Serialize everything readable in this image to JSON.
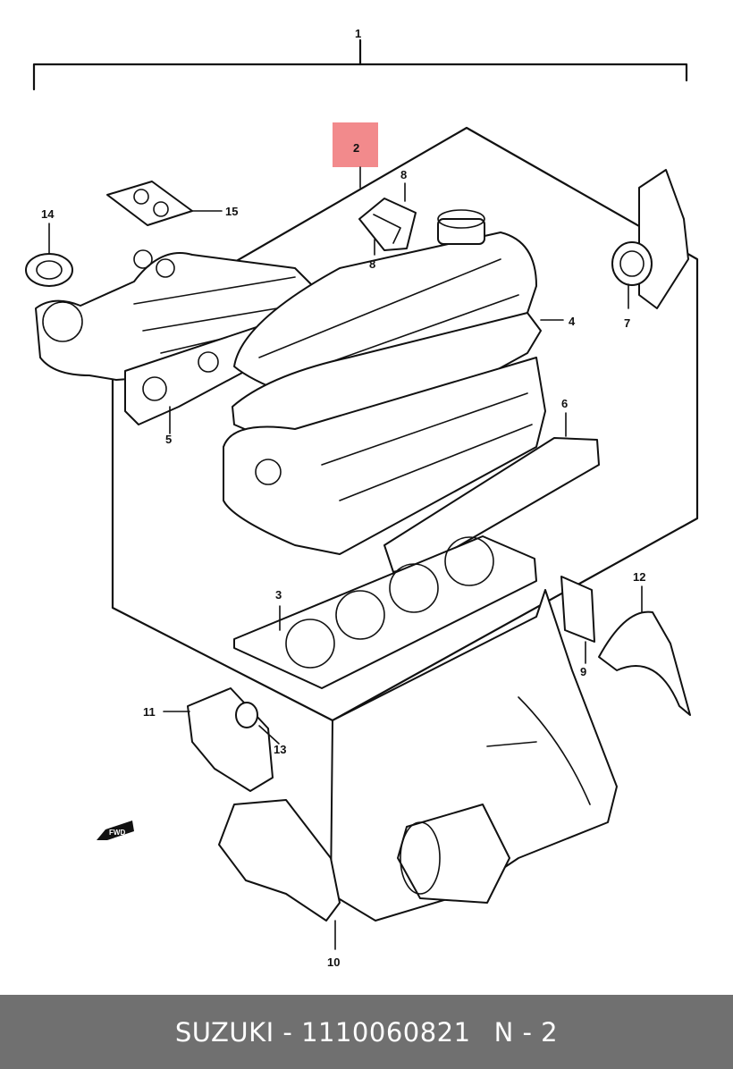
{
  "diagram": {
    "highlight_color": "#f28a8c",
    "callouts": [
      {
        "id": "c1",
        "text": "1"
      },
      {
        "id": "c2",
        "text": "2"
      },
      {
        "id": "c3",
        "text": "3"
      },
      {
        "id": "c4",
        "text": "4"
      },
      {
        "id": "c5",
        "text": "5"
      },
      {
        "id": "c6",
        "text": "6"
      },
      {
        "id": "c7",
        "text": "7"
      },
      {
        "id": "c8a",
        "text": "8"
      },
      {
        "id": "c8b",
        "text": "8"
      },
      {
        "id": "c9",
        "text": "9"
      },
      {
        "id": "c10",
        "text": "10"
      },
      {
        "id": "c11",
        "text": "11"
      },
      {
        "id": "c12",
        "text": "12"
      },
      {
        "id": "c13",
        "text": "13"
      },
      {
        "id": "c14",
        "text": "14"
      },
      {
        "id": "c15",
        "text": "15"
      }
    ],
    "fwd_label": "FWD"
  },
  "footer": {
    "part_text": "SUZUKI - 1110060821",
    "page_text": "N - 2",
    "background": "#707070"
  }
}
